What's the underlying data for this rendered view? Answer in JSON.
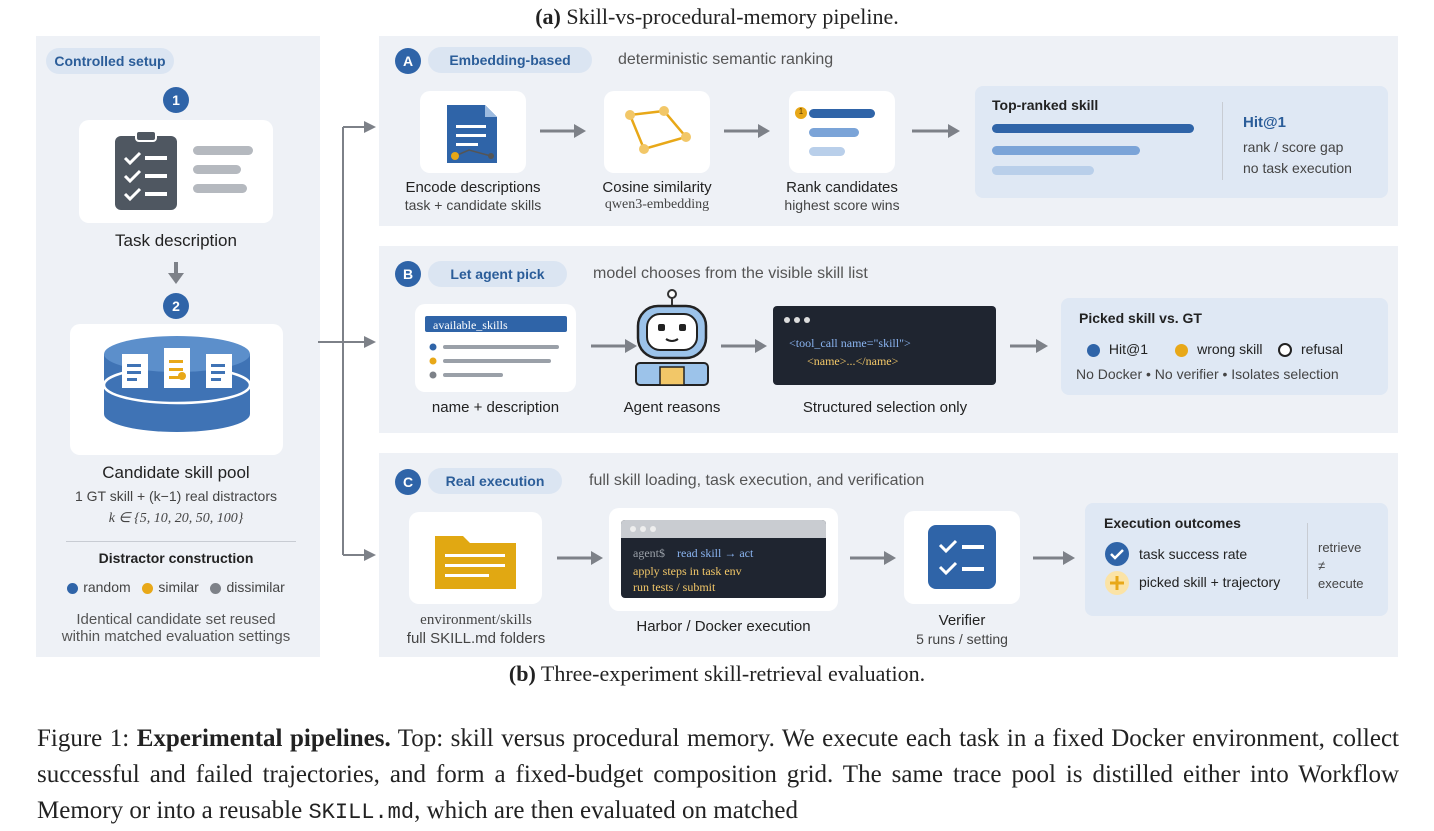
{
  "captions": {
    "top_a": "(a)",
    "top": "Skill-vs-procedural-memory pipeline.",
    "mid_b": "(b)",
    "mid": "Three-experiment skill-retrieval evaluation."
  },
  "left": {
    "pill": "Controlled setup",
    "step1": "1",
    "task_label": "Task description",
    "step2": "2",
    "pool_title": "Candidate skill pool",
    "pool_sub": "1 GT skill + (k−1) real distractors",
    "pool_k": "k ∈ {5, 10, 20, 50, 100}",
    "distractor_title": "Distractor construction",
    "legend": [
      "random",
      "similar",
      "dissimilar"
    ],
    "note_line1": "Identical candidate set reused",
    "note_line2": "within matched evaluation settings"
  },
  "panelA": {
    "letter": "A",
    "pill": "Embedding-based",
    "desc": "deterministic semantic ranking",
    "s1_title": "Encode descriptions",
    "s1_sub": "task + candidate skills",
    "s2_title": "Cosine similarity",
    "s2_sub": "qwen3-embedding",
    "s3_title": "Rank candidates",
    "s3_sub": "highest score wins",
    "rank_badge": "1",
    "result_title": "Top-ranked skill",
    "metric": "Hit@1",
    "metric_l1": "rank / score gap",
    "metric_l2": "no task execution"
  },
  "panelB": {
    "letter": "B",
    "pill": "Let agent pick",
    "desc": "model chooses from the visible skill list",
    "list_header": "available_skills",
    "s1_title": "name + description",
    "s2_title": "Agent reasons",
    "code_l1": "<tool_call name=\"skill\">",
    "code_l2": "<name>...</name>",
    "s3_title": "Structured selection only",
    "result_title": "Picked skill vs. GT",
    "legend": [
      "Hit@1",
      "wrong skill",
      "refusal"
    ],
    "note": "No Docker • No verifier • Isolates selection"
  },
  "panelC": {
    "letter": "C",
    "pill": "Real execution",
    "desc": "full skill loading, task execution, and verification",
    "s1_title": "environment/skills",
    "s1_sub": "full SKILL.md folders",
    "term_prompt": "agent$",
    "term_cmd": "read skill → act",
    "term_l2": "apply steps in task env",
    "term_l3": "run tests / submit",
    "s2_title": "Harbor / Docker execution",
    "s3_title": "Verifier",
    "s3_sub": "5 runs / setting",
    "result_title": "Execution outcomes",
    "out1": "task success rate",
    "out2": "picked skill + trajectory",
    "side1": "retrieve",
    "side2": "≠",
    "side3": "execute"
  },
  "figure": {
    "label": "Figure 1:",
    "bold": "Experimental pipelines.",
    "text1": " Top: skill versus procedural memory. We execute each task in a fixed Docker environment, collect successful and failed trajectories, and form a fixed-budget composition grid. The same trace pool is distilled either into Workflow Memory or into a reusable ",
    "code": "SKILL.md",
    "text2": ", which are then evaluated on matched"
  },
  "colors": {
    "blue": "#2f64a8",
    "yellow": "#e8a818",
    "gray": "#7d8188",
    "panel": "#eef1f6"
  }
}
